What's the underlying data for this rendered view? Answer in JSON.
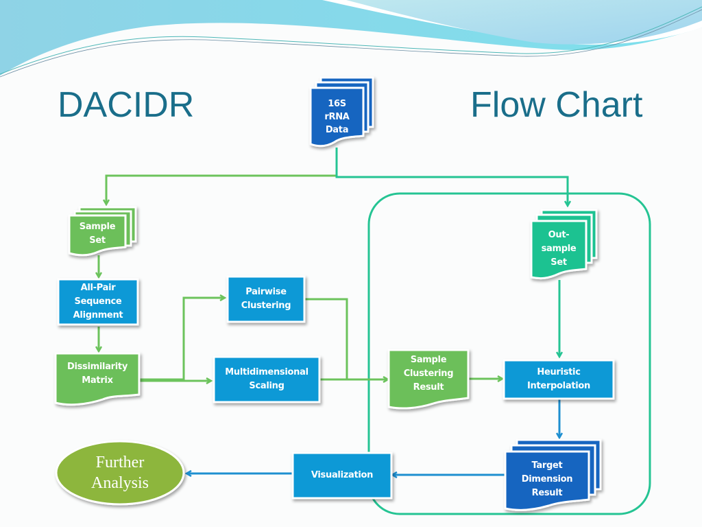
{
  "slide": {
    "title_left": "DACIDR",
    "title_right": "Flow Chart",
    "colors": {
      "title": "#1a6e8a",
      "doc_blue": "#1565c0",
      "process_blue": "#0899d6",
      "doc_green": "#6cbf5a",
      "doc_teal": "#1cc291",
      "connector_green": "#6cc35c",
      "connector_teal": "#25c493",
      "connector_blue": "#1e8fd0",
      "terminal_olive": "#8db63c",
      "boundary": "#25c493"
    }
  },
  "nodes": {
    "input_data": {
      "line1": "16S",
      "line2": "rRNA",
      "line3": "Data",
      "shape": "multi-document"
    },
    "sample_set": {
      "line1": "Sample",
      "line2": "Set",
      "shape": "multi-document"
    },
    "out_sample_set": {
      "line1": "Out-",
      "line2": "sample",
      "line3": "Set",
      "shape": "multi-document"
    },
    "all_pair_alignment": {
      "line1": "All-Pair",
      "line2": "Sequence",
      "line3": "Alignment",
      "shape": "process"
    },
    "dissimilarity_matrix": {
      "line1": "Dissimilarity",
      "line2": "Matrix",
      "shape": "document"
    },
    "pairwise_clustering": {
      "line1": "Pairwise",
      "line2": "Clustering",
      "shape": "process"
    },
    "mds": {
      "line1": "Multidimensional",
      "line2": "Scaling",
      "shape": "process"
    },
    "sample_clustering_result": {
      "line1": "Sample",
      "line2": "Clustering",
      "line3": "Result",
      "shape": "document"
    },
    "heuristic_interpolation": {
      "line1": "Heuristic",
      "line2": "Interpolation",
      "shape": "process"
    },
    "target_dimension_result": {
      "line1": "Target",
      "line2": "Dimension",
      "line3": "Result",
      "shape": "multi-document"
    },
    "visualization": {
      "line1": "Visualization",
      "shape": "process"
    },
    "further_analysis": {
      "line1": "Further",
      "line2": "Analysis",
      "shape": "terminal"
    }
  },
  "edges": [
    {
      "from": "input_data",
      "to": "sample_set"
    },
    {
      "from": "input_data",
      "to": "out_sample_set"
    },
    {
      "from": "sample_set",
      "to": "all_pair_alignment"
    },
    {
      "from": "all_pair_alignment",
      "to": "dissimilarity_matrix"
    },
    {
      "from": "dissimilarity_matrix",
      "to": "pairwise_clustering"
    },
    {
      "from": "dissimilarity_matrix",
      "to": "mds"
    },
    {
      "from": "pairwise_clustering",
      "to": "sample_clustering_result"
    },
    {
      "from": "mds",
      "to": "sample_clustering_result"
    },
    {
      "from": "sample_clustering_result",
      "to": "heuristic_interpolation"
    },
    {
      "from": "out_sample_set",
      "to": "heuristic_interpolation"
    },
    {
      "from": "heuristic_interpolation",
      "to": "target_dimension_result"
    },
    {
      "from": "target_dimension_result",
      "to": "visualization"
    },
    {
      "from": "visualization",
      "to": "further_analysis"
    }
  ]
}
